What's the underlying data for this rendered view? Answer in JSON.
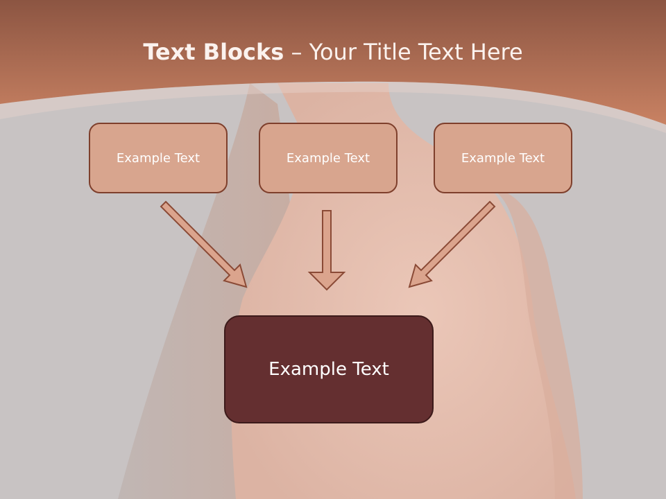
{
  "title": {
    "bold": "Text Blocks",
    "separator": " – ",
    "rest": "Your Title Text Here"
  },
  "blocks": {
    "top": [
      "Example Text",
      "Example Text",
      "Example Text"
    ],
    "bottom": "Example Text"
  },
  "colors": {
    "header": "#b87a5e",
    "background": "#c9c4c4",
    "small_box_fill": "#d8a58e",
    "small_box_border": "#7e3f2c",
    "big_box_fill": "#642f30",
    "arrow_fill": "#dba48d",
    "arrow_stroke": "#8a4a36"
  }
}
